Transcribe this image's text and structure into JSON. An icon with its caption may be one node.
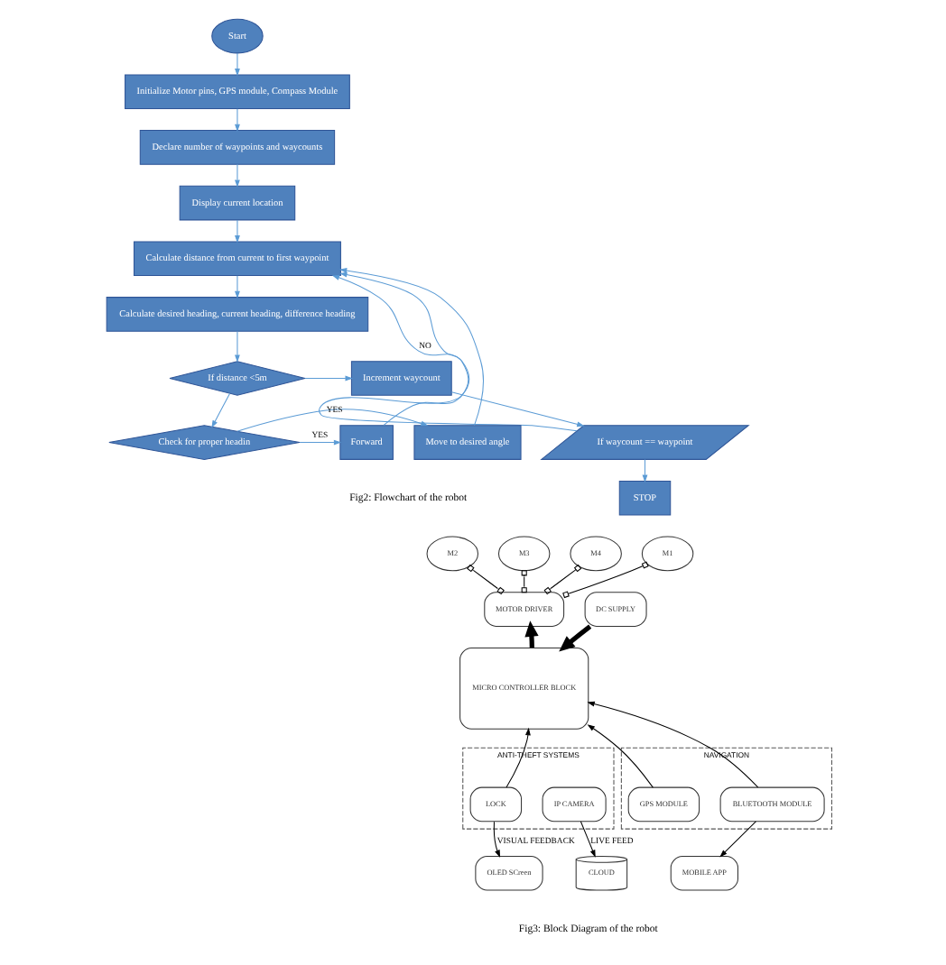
{
  "diagram": {
    "nodes": [
      {
        "text": [
          "Start"
        ]
      },
      {
        "text": [
          "Initialize Motor pins, GPS module, Compass Module"
        ]
      },
      {
        "text": [
          "Declare number of waypoints and waycounts"
        ]
      },
      {
        "text": [
          "Display current location"
        ]
      },
      {
        "text": [
          "Calculate distance from current to first waypoint"
        ]
      },
      {
        "text": [
          "Calculate desired heading, current heading, difference heading"
        ]
      },
      {
        "text": [
          "If distance <5m"
        ]
      },
      {
        "text": [
          "Increment waycount"
        ]
      },
      {
        "text": [
          "If waycount == waypoint"
        ]
      },
      {
        "text": [
          "STOP"
        ]
      },
      {
        "text": [
          "Check for proper headin"
        ]
      },
      {
        "text": [
          "Forward"
        ]
      },
      {
        "text": [
          "Move to desired angle"
        ]
      },
      {
        "text": [
          "M1"
        ]
      },
      {
        "text": [
          "M2"
        ]
      },
      {
        "text": [
          "M3"
        ]
      },
      {
        "text": [
          "M4"
        ]
      },
      {
        "text": [
          "MOTOR DRIVER"
        ]
      },
      {
        "text": [
          "MICRO CONTROLLER BLOCK"
        ]
      },
      {
        "text": [
          "DC SUPPLY"
        ]
      },
      {
        "text": [
          "ANTI-THEFT SYSTEMS"
        ]
      },
      {
        "text": [
          "IP CAMERA"
        ],
        "in": 20
      },
      {
        "text": [
          "LOCK"
        ],
        "in": 20
      },
      {
        "text": [
          "NAVIGATION"
        ]
      },
      {
        "text": [
          "GPS MODULE"
        ],
        "in": 23
      },
      {
        "text": [
          "BLUETOOTH MODULE"
        ],
        "in": 23
      },
      {
        "text": [
          "CLOUD"
        ]
      },
      {
        "text": [
          "OLED SCreen"
        ]
      },
      {
        "text": [
          "MOBILE APP"
        ]
      }
    ],
    "edges": [
      {
        "from": 0,
        "to": 1,
        "arrow": "to"
      },
      {
        "from": 1,
        "to": 2,
        "arrow": "to"
      },
      {
        "from": 2,
        "to": 3,
        "arrow": "to"
      },
      {
        "from": 3,
        "to": 4,
        "arrow": "to"
      },
      {
        "from": 4,
        "to": 5,
        "arrow": "to"
      },
      {
        "from": 5,
        "to": 6,
        "arrow": "to"
      },
      {
        "from": 6,
        "to": 7,
        "arrow": "to"
      },
      {
        "from": 7,
        "to": 8,
        "arrow": "to"
      },
      {
        "from": 8,
        "to": 9,
        "arrow": "to"
      },
      {
        "from": 8,
        "to": 4,
        "label": "NO",
        "arrow": "to"
      },
      {
        "from": 6,
        "to": 10,
        "arrow": "to"
      },
      {
        "from": 10,
        "to": 11,
        "label": "YES",
        "arrow": "to"
      },
      {
        "from": 10,
        "to": 12,
        "label": "YES",
        "arrow": "to"
      },
      {
        "from": 11,
        "to": 4,
        "arrow": "to"
      },
      {
        "from": 12,
        "to": 4,
        "arrow": "to"
      },
      {
        "from": 13,
        "to": 17,
        "arrow": "other",
        "color": "#000000"
      },
      {
        "from": 14,
        "to": 17,
        "arrow": "other",
        "color": "#000000"
      },
      {
        "from": 15,
        "to": 17,
        "arrow": "other",
        "color": "#000000"
      },
      {
        "from": 16,
        "to": 17,
        "arrow": "other",
        "color": "#000000"
      },
      {
        "from": 18,
        "to": 17,
        "arrow": "to",
        "style": "thick",
        "color": "#000000"
      },
      {
        "from": 19,
        "to": 18,
        "arrow": "to",
        "style": "thick",
        "color": "#000000"
      },
      {
        "from": 22,
        "to": 18,
        "arrow": "to",
        "color": "#000000"
      },
      {
        "from": 24,
        "to": 18,
        "arrow": "to",
        "color": "#000000"
      },
      {
        "from": 25,
        "to": 18,
        "arrow": "to",
        "color": "#000000"
      },
      {
        "from": 21,
        "to": 26,
        "label": "LIVE FEED",
        "arrow": "to",
        "color": "#000000"
      },
      {
        "from": 22,
        "to": 27,
        "label": "VISUAL FEEDBACK",
        "arrow": "to",
        "color": "#000000"
      },
      {
        "from": 25,
        "to": 28,
        "arrow": "to",
        "color": "#000000"
      }
    ],
    "labels": [
      "Fig2: Flowchart of the robot",
      "Fig3: Block Diagram of the robot"
    ]
  }
}
